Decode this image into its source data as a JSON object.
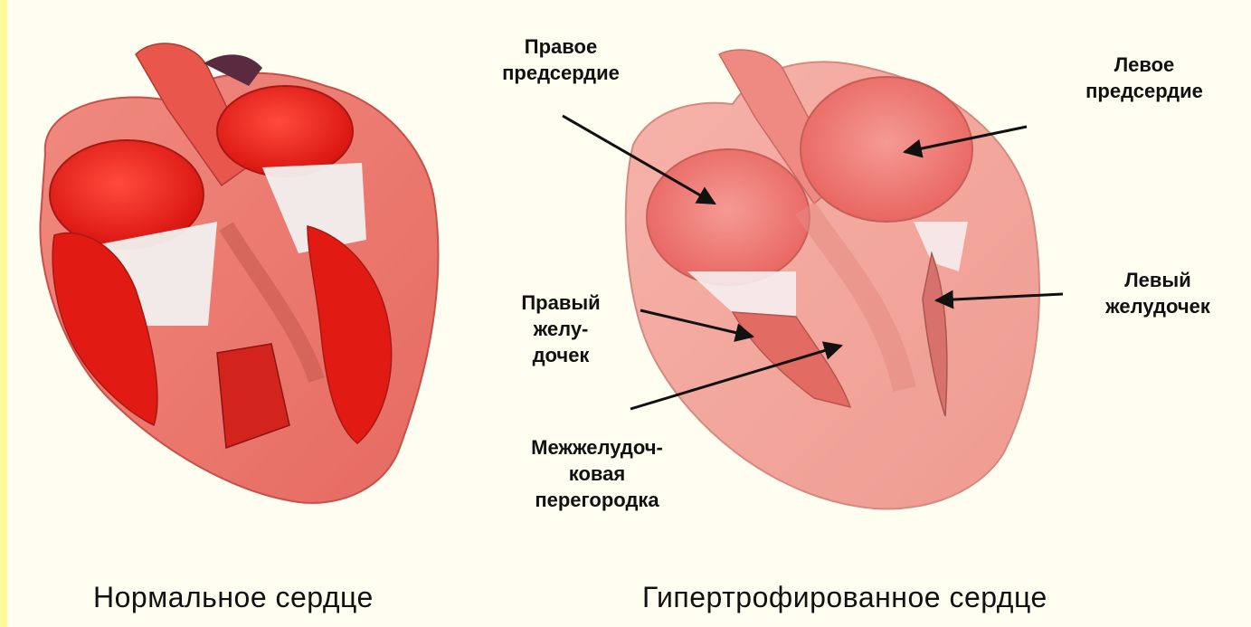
{
  "labels": {
    "right_atrium": [
      "Правое",
      "предсердие"
    ],
    "left_atrium": [
      "Левое",
      "предсердие"
    ],
    "right_ventricle": [
      "Правый",
      "желу-",
      "дочек"
    ],
    "left_ventricle": [
      "Левый",
      "желудочек"
    ],
    "septum": [
      "Межжелудоч-",
      "ковая",
      "перегородка"
    ]
  },
  "captions": {
    "normal": "Нормальное сердце",
    "hypertrophied": "Гипертрофированное сердце"
  },
  "colors": {
    "background": "#fffef0",
    "strip": "#fffb9a",
    "normal_heart_wall": "#e9776d",
    "normal_heart_chamber": "#e8201a",
    "hyper_heart_wall": "#f2a49a",
    "hyper_heart_chamber": "#ec7470"
  }
}
